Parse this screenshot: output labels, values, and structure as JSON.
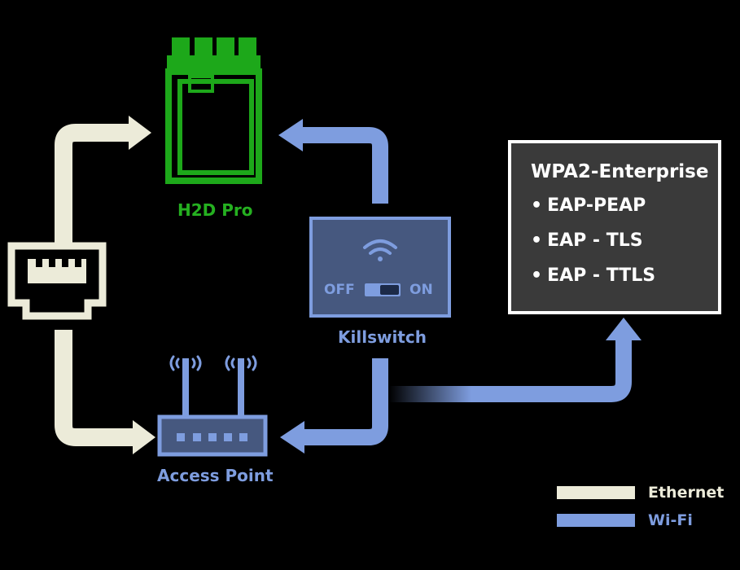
{
  "colors": {
    "ethernet": "#ECEBD9",
    "wifi": "#7E9DDF",
    "device_green": "#1DA81A",
    "label_green": "#25B020",
    "killswitch_fill": "#46587F",
    "router_fill": "#46587F",
    "box_fill": "#3A3A3A",
    "box_border": "#FFFFFF"
  },
  "nodes": {
    "h2d": {
      "label": "H2D Pro",
      "icon": "h2d-printer-icon"
    },
    "killswitch": {
      "label": "Killswitch",
      "icon": "wifi-icon",
      "off_label": "OFF",
      "on_label": "ON"
    },
    "access_point": {
      "label": "Access Point",
      "icon": "router-icon"
    },
    "ethernet_port": {
      "icon": "ethernet-port-icon"
    }
  },
  "security_box": {
    "title": "WPA2-Enterprise",
    "items": [
      "EAP-PEAP",
      "EAP - TLS",
      "EAP - TTLS"
    ]
  },
  "legend": [
    {
      "label": "Ethernet",
      "color": "#ECEBD9"
    },
    {
      "label": "Wi-Fi",
      "color": "#7E9DDF"
    }
  ]
}
